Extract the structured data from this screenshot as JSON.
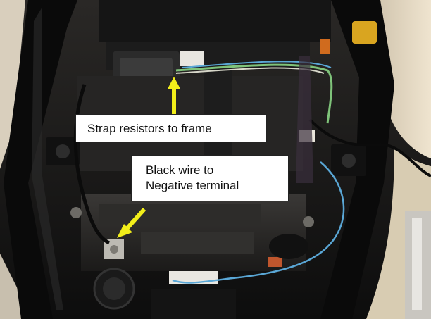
{
  "annotations": {
    "strap_resistors": "Strap resistors to frame",
    "black_wire_line1": "Black wire to",
    "black_wire_line2": "Negative terminal"
  },
  "colors": {
    "arrow": "#f2ee1a",
    "callout_background": "#ffffff",
    "callout_text": "#111111"
  }
}
